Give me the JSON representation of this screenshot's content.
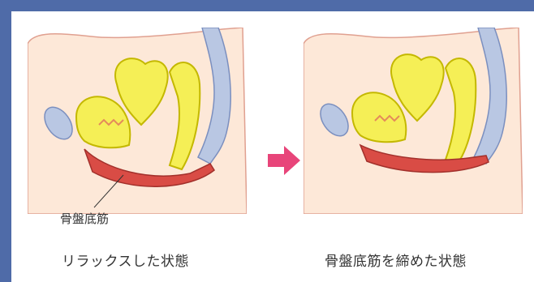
{
  "labels": {
    "muscle": "骨盤底筋",
    "left_caption": "リラックスした状態",
    "right_caption": "骨盤底筋を締めた状態"
  },
  "colors": {
    "frame": "#4f6ba8",
    "skin": "#fde8d8",
    "skin_outline": "#e0a090",
    "organ": "#f5ef56",
    "organ_outline": "#c4b800",
    "muscle": "#d94c45",
    "spine": "#b9c7e3",
    "arrow": "#e8457a"
  },
  "icons": {
    "arrow": "right-arrow-icon"
  }
}
